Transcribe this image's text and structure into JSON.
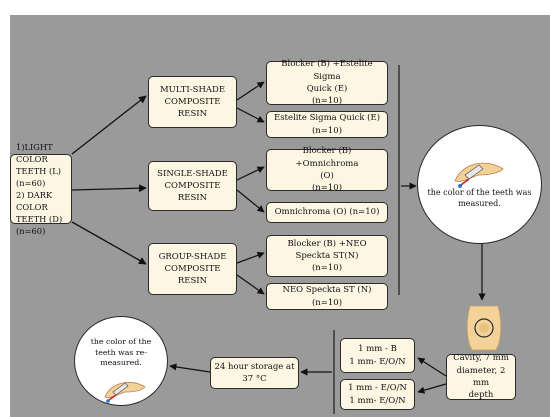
{
  "groups_box": {
    "line1": "1)LIGHT COLOR",
    "line2": "TEETH (L) (n=60)",
    "line3": "2) DARK COLOR",
    "line4": "TEETH (D) (n=60)"
  },
  "categories": [
    {
      "line1": "MULTI-SHADE",
      "line2": "COMPOSITE",
      "line3": "RESIN",
      "subgroups": [
        {
          "line1": "Blocker (B) +Estelite Sigma",
          "line2": "Quick (E)",
          "line3": "(n=10)"
        },
        {
          "line1": "Estelite Sigma Quick (E)",
          "line2": "(n=10)"
        }
      ]
    },
    {
      "line1": "SINGLE-SHADE",
      "line2": "COMPOSITE",
      "line3": "RESIN",
      "subgroups": [
        {
          "line1": "Blocker (B) +Omnichroma",
          "line2": "(O)",
          "line3": "(n=10)"
        },
        {
          "line1": "Omnichroma (O) (n=10)"
        }
      ]
    },
    {
      "line1": "GROUP-SHADE",
      "line2": "COMPOSITE",
      "line3": "RESIN",
      "subgroups": [
        {
          "line1": "Blocker (B) +NEO",
          "line2": "Speckta ST(N)",
          "line3": "(n=10)"
        },
        {
          "line1": "NEO Speckta ST (N)",
          "line2": "(n=10)"
        }
      ]
    }
  ],
  "measure_circle": {
    "line1": "the color of the teeth was",
    "line2": "measured."
  },
  "cavity_box": {
    "line1": "Cavity, 7 mm",
    "line2": "diameter, 2 mm",
    "line3": "depth"
  },
  "layer_boxes": [
    {
      "line1": "1 mm - B",
      "line2": "1 mm- E/O/N"
    },
    {
      "line1": "1 mm - E/O/N",
      "line2": "1 mm- E/O/N"
    }
  ],
  "storage_box": {
    "line1": "24 hour storage at",
    "line2": "37 °C"
  },
  "remeasure_circle": {
    "line1": "the color of the",
    "line2": "teeth was re-",
    "line3": "measured."
  },
  "colors": {
    "background": "#9a9a9a",
    "box_fill": "#fdf6e3",
    "stroke": "#2a2a2a",
    "tooth": "#f3d29a"
  }
}
